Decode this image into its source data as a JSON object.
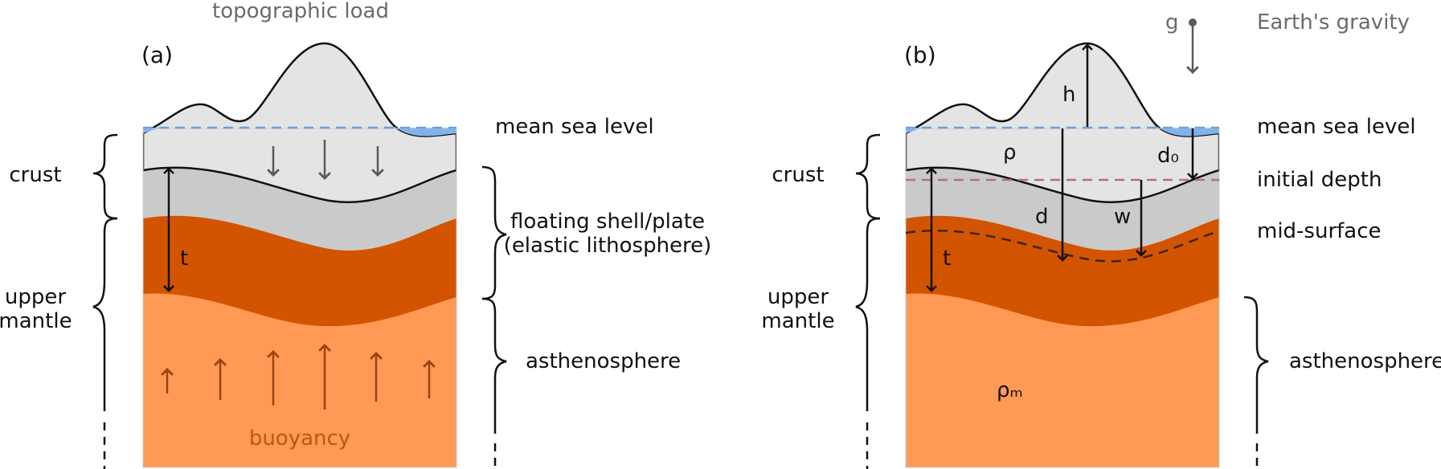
{
  "panel_a": {
    "tag": "(a)",
    "top_label": "topographic load",
    "label_sea": "mean sea level",
    "label_crust": "crust",
    "label_mantle_1": "upper",
    "label_mantle_2": "mantle",
    "label_plate_1": "floating shell/plate",
    "label_plate_2": "(elastic lithosphere)",
    "label_astheno": "asthenosphere",
    "label_t": "t",
    "label_buoyancy": "buoyancy"
  },
  "panel_b": {
    "tag": "(b)",
    "label_g": "g",
    "label_gravity": "Earth's gravity",
    "label_sea": "mean sea level",
    "label_initial": "initial depth",
    "label_mid": "mid-surface",
    "label_crust": "crust",
    "label_mantle_1": "upper",
    "label_mantle_2": "mantle",
    "label_astheno": "asthenosphere",
    "sym_h": "h",
    "sym_rho": "ρ",
    "sym_d0": "d₀",
    "sym_d": "d",
    "sym_w": "w",
    "sym_t": "t",
    "sym_rhom": "ρₘ"
  },
  "colors": {
    "topo": "#e4e4e4",
    "crust": "#cacaca",
    "lithosphere_mantle": "#d35400",
    "asthenosphere": "#ff9955",
    "sea": "#7fb3ec",
    "sea_line": "#6a9fdd",
    "initial_depth_line": "#b87070",
    "arrow_gray": "#5a5a5a",
    "arrow_brown": "#9a4410"
  }
}
